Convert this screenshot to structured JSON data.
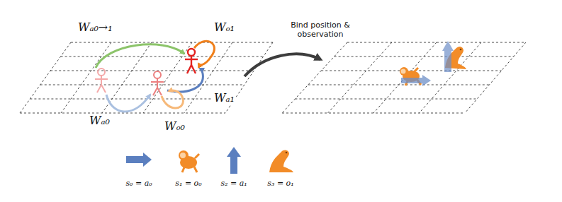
{
  "diagram": {
    "labels": [
      "Wₐ₀→₁",
      "Wₒ₁",
      "Wₐ₁",
      "Wₐ₀",
      "Wₒ₀",
      "Bind position & observation",
      "s₀ = a₀",
      "s₁ = o₀",
      "s₂ = a₁",
      "s₃ = o₁"
    ]
  }
}
